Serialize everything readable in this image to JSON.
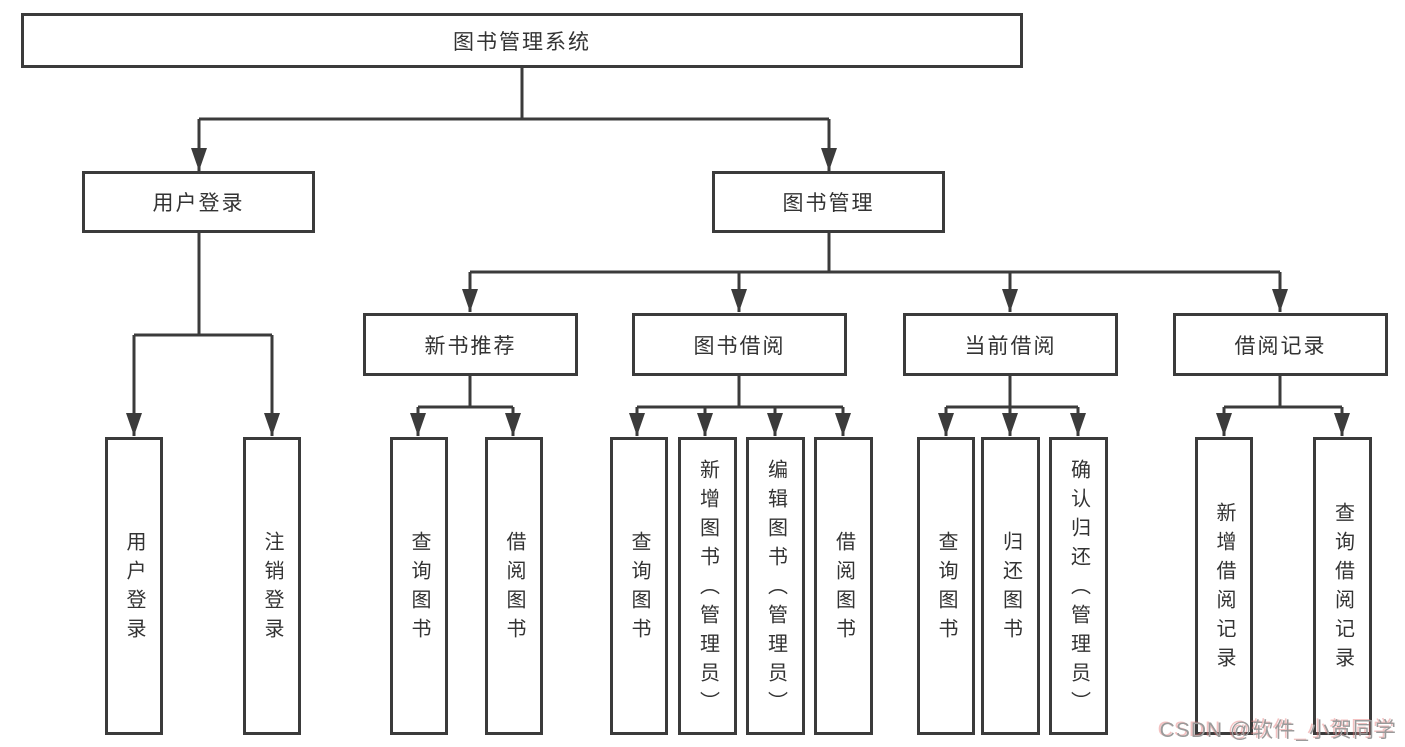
{
  "diagram": {
    "root": {
      "label": "图书管理系统"
    },
    "branches": {
      "user_login": {
        "label": "用户登录",
        "children": [
          "用户登录",
          "注销登录"
        ]
      },
      "book_management": {
        "label": "图书管理",
        "children": [
          {
            "label": "新书推荐",
            "children": [
              "查询图书",
              "借阅图书"
            ]
          },
          {
            "label": "图书借阅",
            "children": [
              "查询图书",
              "新增图书（管理员）",
              "编辑图书（管理员）",
              "借阅图书"
            ]
          },
          {
            "label": "当前借阅",
            "children": [
              "查询图书",
              "归还图书",
              "确认归还（管理员）"
            ]
          },
          {
            "label": "借阅记录",
            "children": [
              "新增借阅记录",
              "查询借阅记录"
            ]
          }
        ]
      }
    }
  },
  "colors": {
    "line": "#3b3b3b",
    "text": "#333333",
    "watermark_gray": "#9a9a9a",
    "watermark_red": "#e47878"
  },
  "watermark": {
    "text": "CSDN @软件_小贺同学"
  }
}
